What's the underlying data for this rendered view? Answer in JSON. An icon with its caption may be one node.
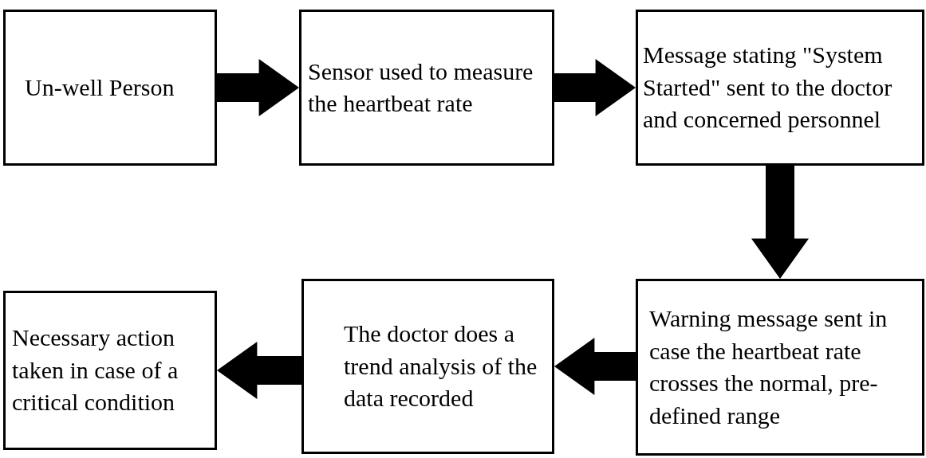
{
  "diagram": {
    "nodes": [
      {
        "text": [
          "Un-well Person"
        ]
      },
      {
        "text": [
          "Sensor used to measure the heartbeat rate"
        ]
      },
      {
        "text": [
          "Message stating \"System Started\" sent to the doctor and concerned personnel"
        ]
      },
      {
        "text": [
          "Warning message sent in case the heartbeat rate crosses the normal, pre-defined range"
        ]
      },
      {
        "text": [
          "The doctor does a trend analysis of the data recorded"
        ]
      },
      {
        "text": [
          "Necessary action taken in case of a critical condition"
        ]
      }
    ],
    "edges": [
      {
        "from": 0,
        "to": 1,
        "arrow": "to",
        "style": "thick"
      },
      {
        "from": 1,
        "to": 2,
        "arrow": "to",
        "style": "thick"
      },
      {
        "from": 2,
        "to": 3,
        "arrow": "to",
        "style": "thick"
      },
      {
        "from": 3,
        "to": 4,
        "arrow": "to",
        "style": "thick"
      },
      {
        "from": 4,
        "to": 5,
        "arrow": "to",
        "style": "thick"
      }
    ]
  }
}
